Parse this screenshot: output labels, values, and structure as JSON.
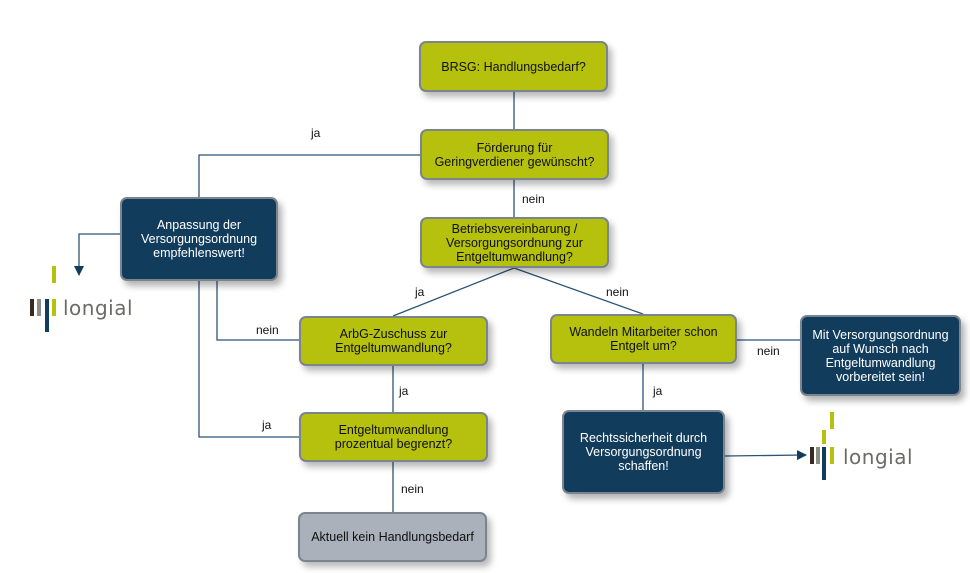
{
  "nodes": {
    "brsg": "BRSG: Handlungsbedarf?",
    "foerderung": "Förderung für\nGeringverdiener gewünscht?",
    "betriebsvereinbarung": "Betriebsvereinbarung /\nVersorgungsordnung zur\nEntgeltumwandlung?",
    "anpassung": "Anpassung der\nVersorgungsordnung\nempfehlenswert!",
    "arbg_zuschuss": "ArbG-Zuschuss zur\nEntgeltumwandlung?",
    "wandeln": "Wandeln Mitarbeiter schon\nEntgelt um?",
    "mit_versorgungsordnung": "Mit Versorgungsordnung\nauf  Wunsch nach\nEntgeltumwandlung\nvorbereitet sein!",
    "entgeltumwandlung_begrenzt": "Entgeltumwandlung\nprozentual begrenzt?",
    "rechtssicherheit": "Rechtssicherheit durch\nVersorgungsordnung\nschaffen!",
    "aktuell_kein": "Aktuell kein Handlungsbedarf"
  },
  "edge_labels": {
    "ja_foerderung": "ja",
    "nein_foerderung": "nein",
    "ja_betriebsvereinbarung": "ja",
    "nein_betriebsvereinbarung": "nein",
    "nein_arbg": "nein",
    "ja_arbg": "ja",
    "ja_begrenzt_left": "ja",
    "nein_begrenzt": "nein",
    "nein_wandeln": "nein",
    "ja_wandeln": "ja"
  },
  "logos": {
    "left": "longial",
    "right": "longial"
  },
  "colors": {
    "decision_green": "#b5c10c",
    "action_navy": "#123c5c",
    "terminal_grey": "#aab1ba",
    "connector": "#2e5575"
  }
}
